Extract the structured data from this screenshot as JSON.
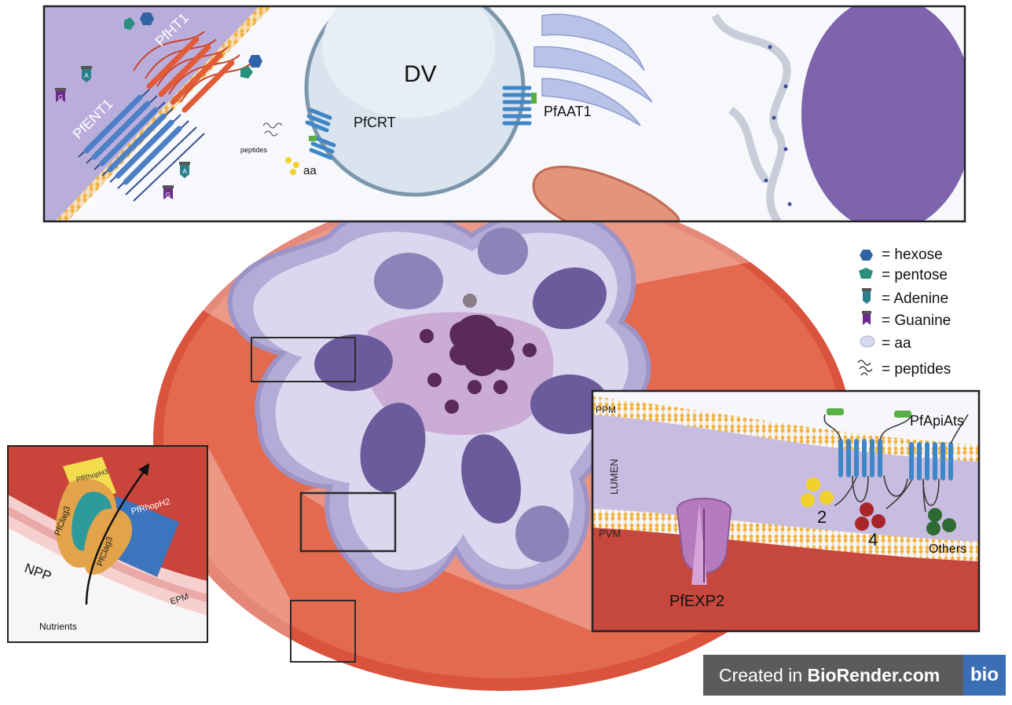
{
  "top_panel": {
    "dv": "DV",
    "pfht1": "PfHT1",
    "pfent1": "PfENT1",
    "ppm": "PPM",
    "pfcrt": "PfCRT",
    "peptides": "peptides",
    "aa": "aa",
    "pfaat1": "PfAAT1",
    "adenine_letter": "A",
    "guanine_letter": "G"
  },
  "legend": {
    "hexose": "= hexose",
    "pentose": "= pentose",
    "adenine": "= Adenine",
    "guanine": "= Guanine",
    "aa": "= aa",
    "peptides": "= peptides"
  },
  "left_inset": {
    "pfrhoph3": "PfRhopH3",
    "pfrhoph2": "PfRhopH2",
    "pfclag3_a": "PfClag3",
    "pfclag3_b": "PfClag3",
    "npp": "NPP",
    "nutrients": "Nutrients",
    "epm": "EPM"
  },
  "right_inset": {
    "ppm": "PPM",
    "lumen": "LUMEN",
    "pvm": "PVM",
    "pfapiats": "PfApiAts",
    "count_2": "2",
    "count_4": "4",
    "others": "Others",
    "pfexp2": "PfEXP2"
  },
  "watermark": {
    "prefix": "Created in ",
    "brand": "BioRender.com",
    "logo": "bio"
  },
  "colors": {
    "rbc": "#e0624a",
    "parasite": "#c9c3e4",
    "hexose": "#2f62a6",
    "pentose": "#2a8f7d",
    "adenine": "#2a7f8d",
    "guanine": "#6c2a8a",
    "membrane": "#f2b33e",
    "transporter": "#3f86c6"
  }
}
